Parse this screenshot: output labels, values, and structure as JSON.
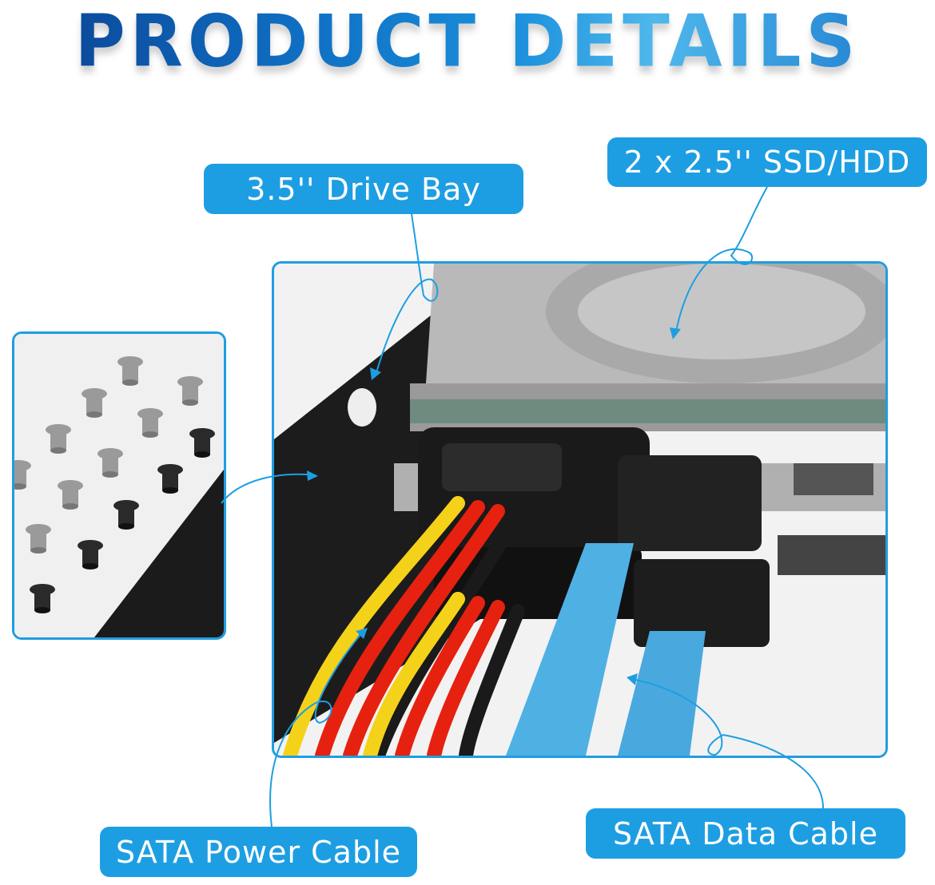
{
  "title": "PRODUCT DETAILS",
  "labels": {
    "drive_bay": "3.5'' Drive Bay",
    "ssd_hdd": "2 x 2.5'' SSD/HDD",
    "power_cable": "SATA Power Cable",
    "data_cable": "SATA Data Cable"
  },
  "colors": {
    "accent": "#1e9ee2",
    "title_dark": "#0b3f8f",
    "title_light": "#4fb8ec"
  }
}
